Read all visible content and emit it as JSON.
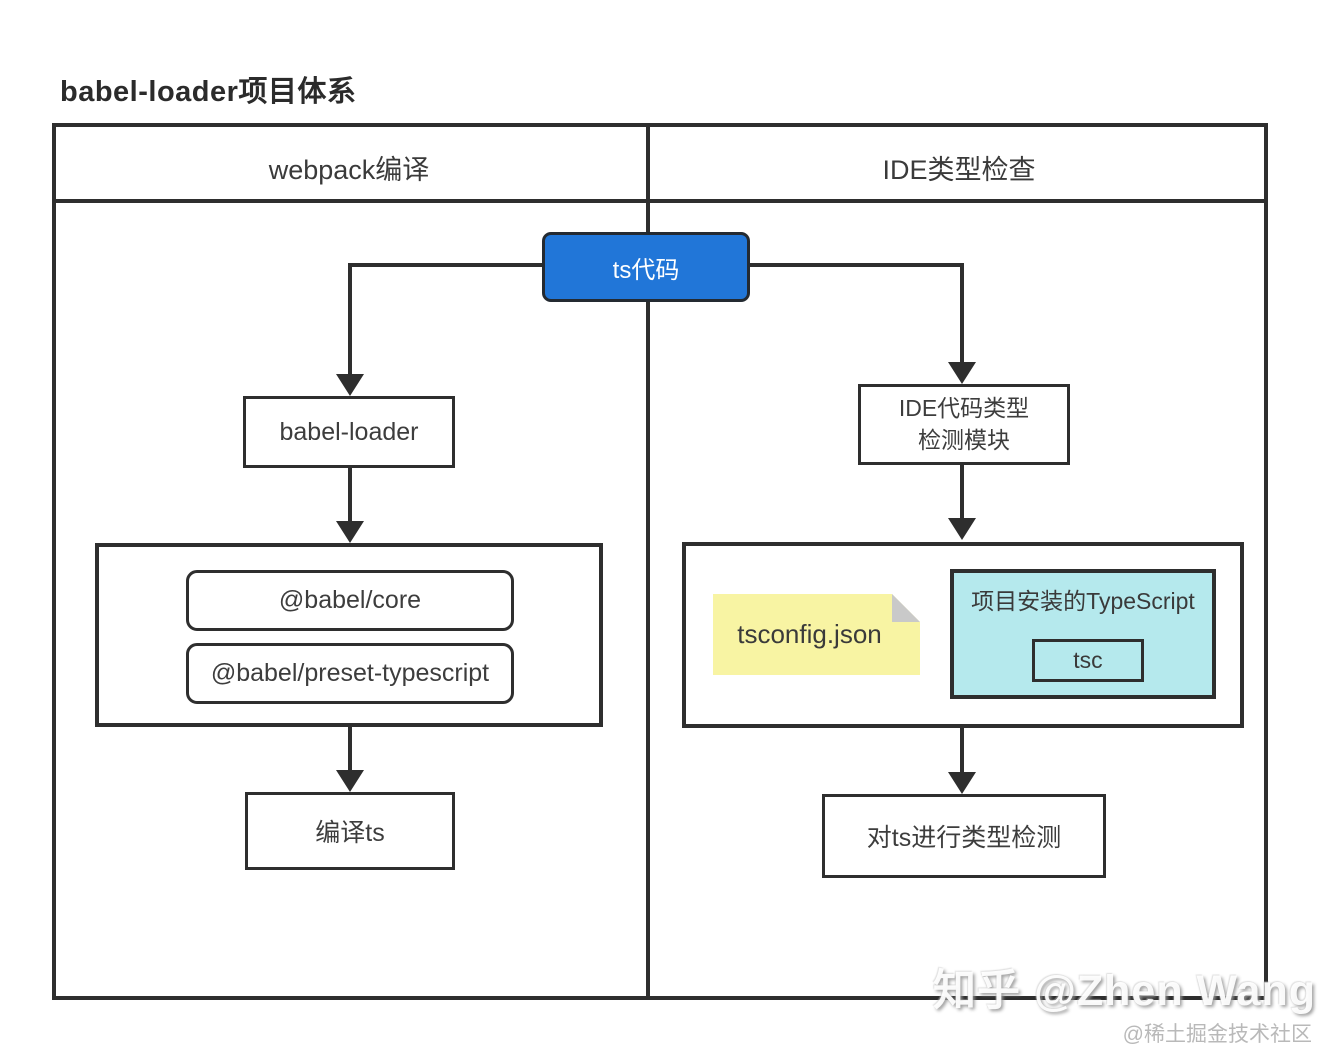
{
  "title": "babel-loader项目体系",
  "header": {
    "left_column": "webpack编译",
    "right_column": "IDE类型检查"
  },
  "nodes": {
    "ts_code": "ts代码",
    "babel_loader": "babel-loader",
    "babel_core": "@babel/core",
    "babel_preset_typescript": "@babel/preset-typescript",
    "compile_ts": "编译ts",
    "ide_checker_line1": "IDE代码类型",
    "ide_checker_line2": "检测模块",
    "tsconfig": "tsconfig.json",
    "project_typescript": "项目安装的TypeScript",
    "tsc": "tsc",
    "type_check_ts": "对ts进行类型检测"
  },
  "watermark": {
    "zhihu": "知乎 @Zhen Wang",
    "juejin": "@稀土掘金技术社区"
  },
  "colors": {
    "line": "#2e2e2e",
    "accent_blue": "#2176d8",
    "note_yellow": "#f8f4a3",
    "note_fold_gray": "#c9c9c9",
    "typescript_cyan": "#b5e9ed"
  }
}
